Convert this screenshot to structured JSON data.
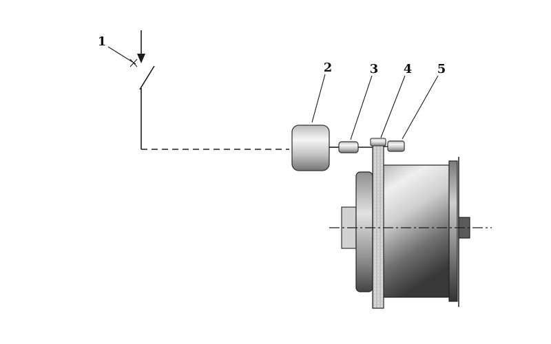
{
  "figure": {
    "type": "technical-diagram",
    "description_visible": "",
    "callouts": [
      {
        "label": "1"
      },
      {
        "label": "2"
      },
      {
        "label": "3"
      },
      {
        "label": "4"
      },
      {
        "label": "5"
      }
    ],
    "colors": {
      "line": "#1a1a1a",
      "metal_light": "#f4f4f4",
      "metal_mid": "#a8a8a8",
      "metal_dark": "#3a3a3a",
      "disc_fill": "#d6d6d6",
      "background": "#ffffff"
    }
  }
}
